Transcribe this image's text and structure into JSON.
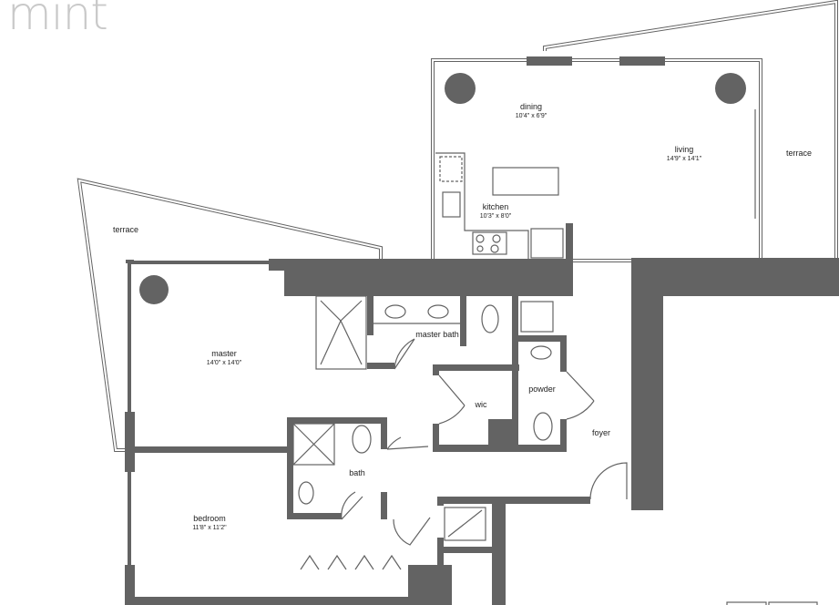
{
  "brand": {
    "logo_text": "mint"
  },
  "rooms": {
    "dining": {
      "name": "dining",
      "dims": "10'4\" x 6'9\""
    },
    "living": {
      "name": "living",
      "dims": "14'9\" x 14'1\""
    },
    "kitchen": {
      "name": "kitchen",
      "dims": "10'3\" x 8'0\""
    },
    "terrace_right": {
      "name": "terrace"
    },
    "terrace_left": {
      "name": "terrace"
    },
    "master": {
      "name": "master",
      "dims": "14'0\" x 14'0\""
    },
    "master_bath": {
      "name": "master bath"
    },
    "wic": {
      "name": "wic"
    },
    "powder": {
      "name": "powder"
    },
    "foyer": {
      "name": "foyer"
    },
    "bath": {
      "name": "bath"
    },
    "bedroom": {
      "name": "bedroom",
      "dims": "11'8\" x 11'2\""
    }
  },
  "colors": {
    "wall": "#636363",
    "logo": "#c9c9c9"
  }
}
